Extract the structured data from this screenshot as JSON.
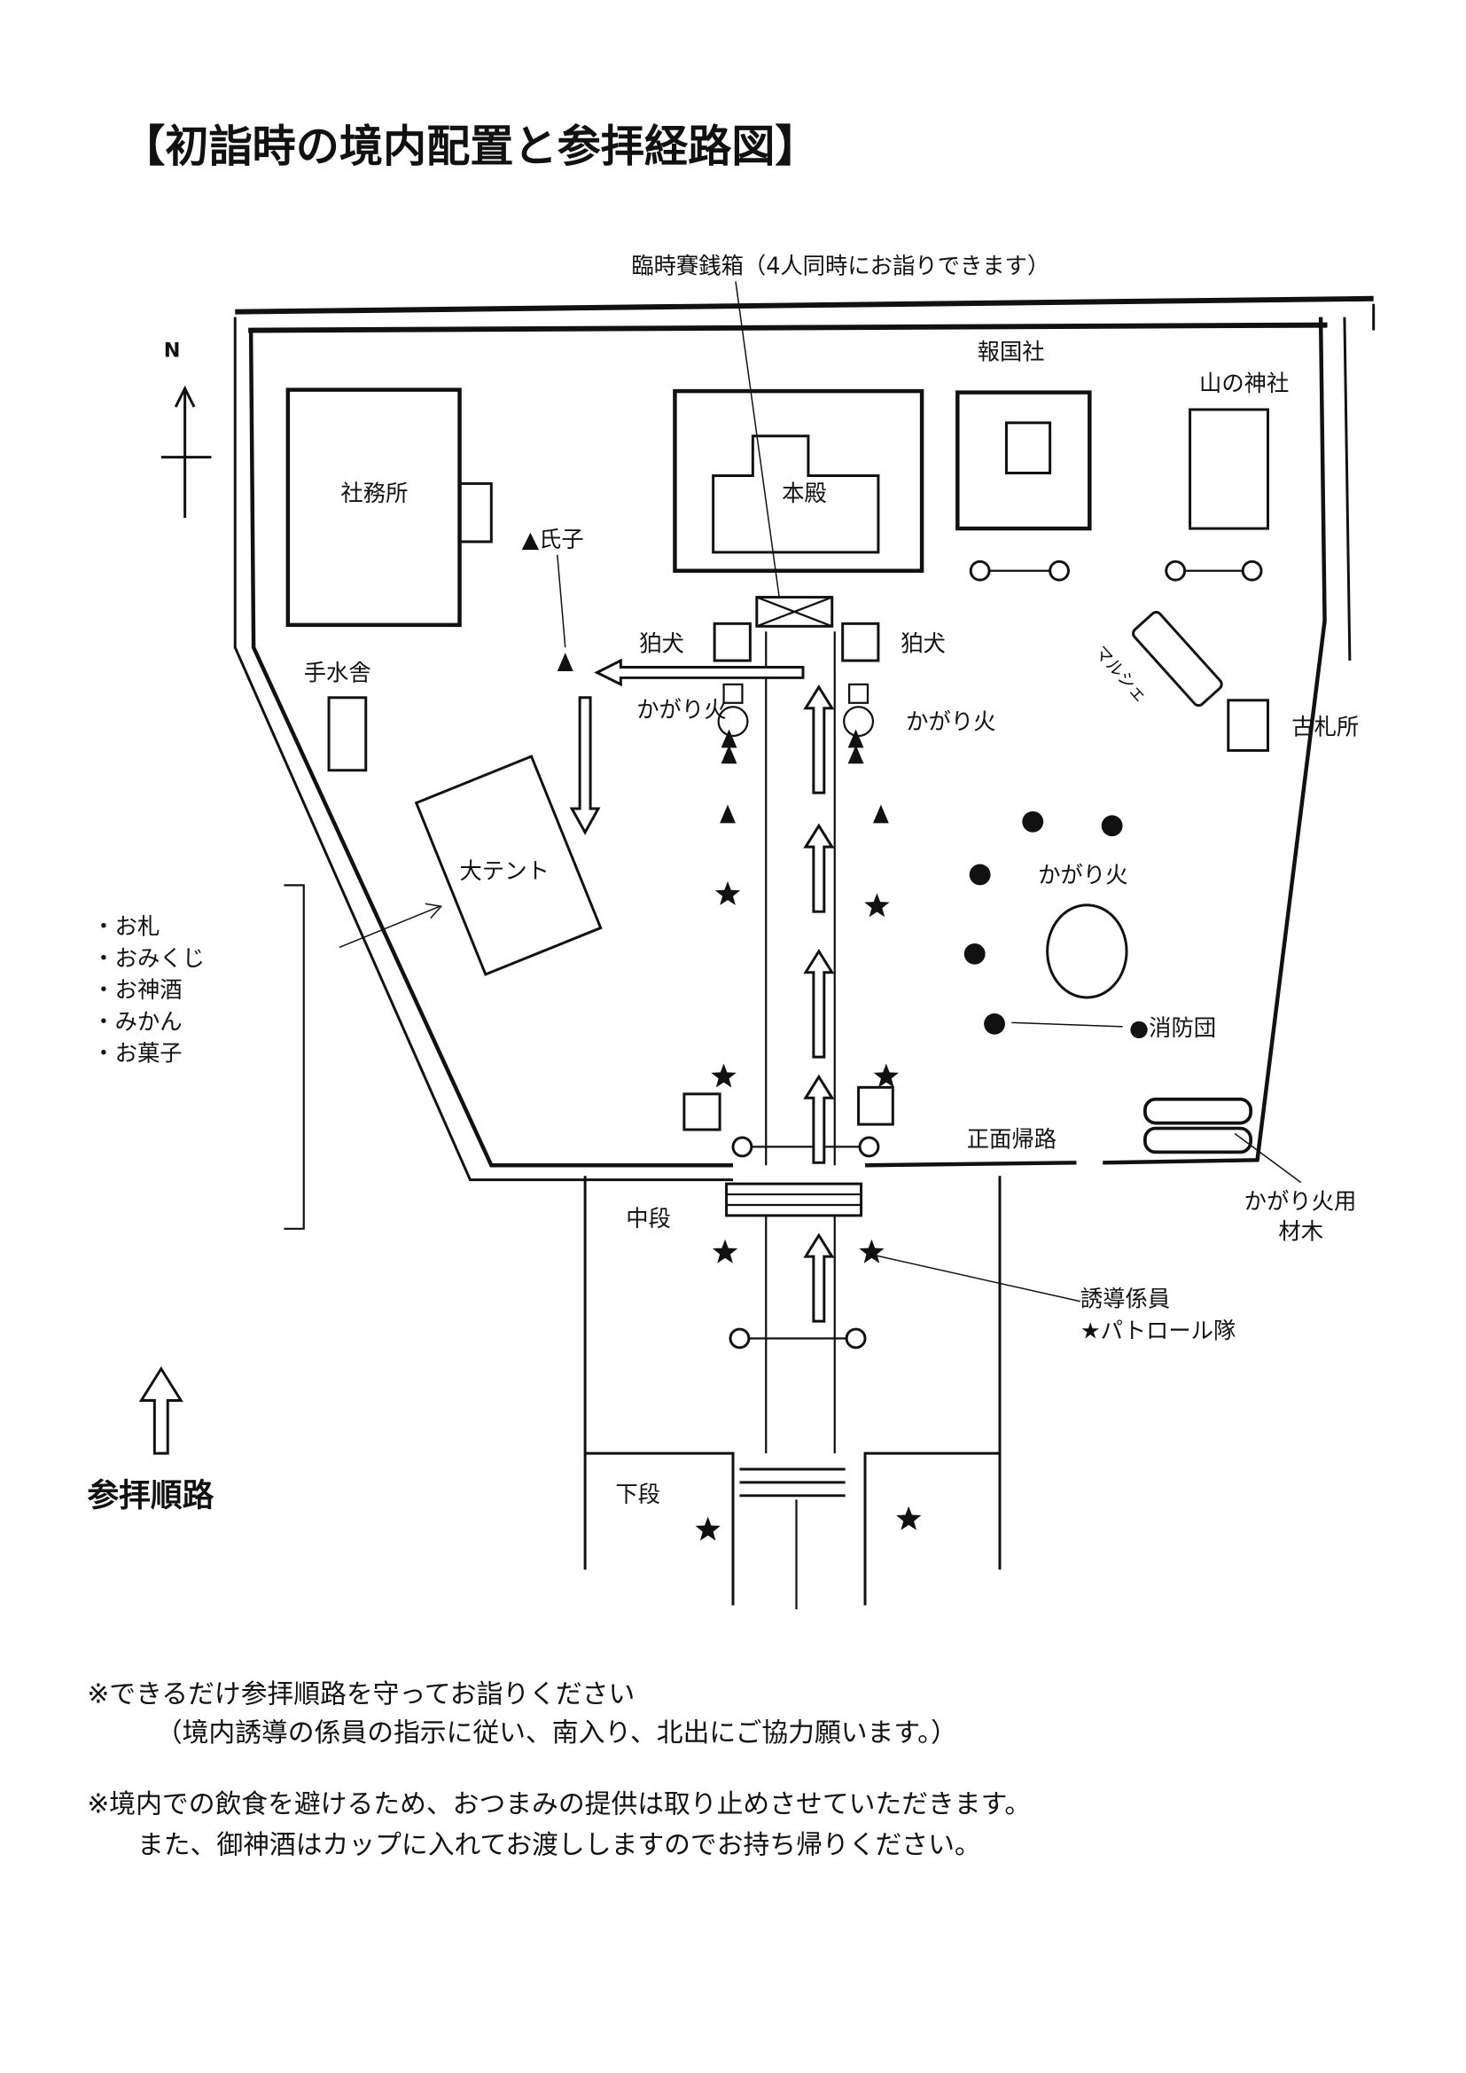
{
  "title": "【初詣時の境内配置と参拝経路図】",
  "offering_box_label": "臨時賽銭箱（4人同時にお詣りできます）",
  "north_label": "N",
  "buildings": {
    "shamusho": "社務所",
    "honden": "本殿",
    "hokokusha": "報国社",
    "yamanokami": "山の神社",
    "temizuya": "手水舎",
    "big_tent": "大テント",
    "marche": "マルシェ",
    "kofudasho": "古札所"
  },
  "labels": {
    "ujiko": "▲氏子",
    "komainu_left": "狛犬",
    "komainu_right": "狛犬",
    "kagaribi_left": "かがり火",
    "kagaribi_right": "かがり火",
    "kagaribi_field": "かがり火",
    "fire_brigade": "●消防団",
    "front_return": "正面帰路",
    "firewood_1": "かがり火用",
    "firewood_2": "材木",
    "middle_step": "中段",
    "lower_step": "下段",
    "guide_staff": "誘導係員",
    "patrol": "★パトロール隊"
  },
  "tent_items": [
    "・お札",
    "・おみくじ",
    "・お神酒",
    "・みかん",
    "・お菓子"
  ],
  "legend": {
    "route_label": "参拝順路"
  },
  "notes": [
    "※できるだけ参拝順路を守ってお詣りください",
    "（境内誘導の係員の指示に従い、南入り、北出にご協力願います。）",
    "※境内での飲食を避けるため、おつまみの提供は取り止めさせていただきます。",
    "また、御神酒はカップに入れてお渡ししますのでお持ち帰りください。"
  ]
}
